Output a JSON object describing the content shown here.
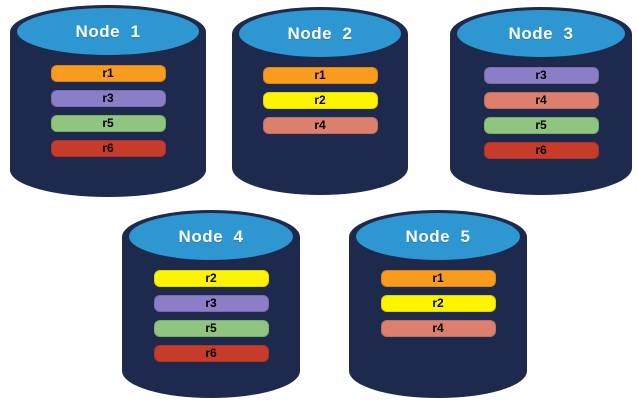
{
  "diagram": {
    "description": "Database nodes with replica assignments",
    "colors": {
      "cylinder_body": "#1E2A4D",
      "cylinder_top_face": "#2E96D0",
      "title_text": "#FFFFFF",
      "replica_label_text": "#000000"
    },
    "replica_colors": {
      "r1": "#F99B1C",
      "r2": "#FDF500",
      "r3": "#8B7DC6",
      "r4": "#DC7F6D",
      "r5": "#8FC57E",
      "r6": "#C63B29"
    },
    "nodes": [
      {
        "label": "Node  1",
        "replicas": [
          "r1",
          "r3",
          "r5",
          "r6"
        ]
      },
      {
        "label": "Node  2",
        "replicas": [
          "r1",
          "r2",
          "r4"
        ]
      },
      {
        "label": "Node  3",
        "replicas": [
          "r3",
          "r4",
          "r5",
          "r6"
        ]
      },
      {
        "label": "Node  4",
        "replicas": [
          "r2",
          "r3",
          "r5",
          "r6"
        ]
      },
      {
        "label": "Node  5",
        "replicas": [
          "r1",
          "r2",
          "r4"
        ]
      }
    ]
  }
}
